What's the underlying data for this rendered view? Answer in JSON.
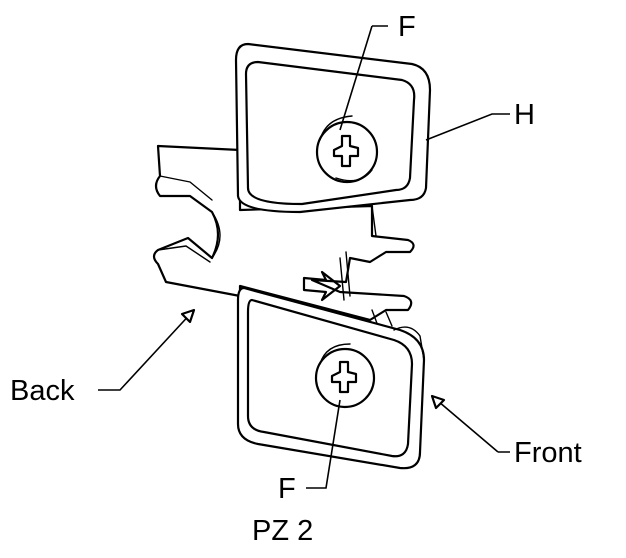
{
  "labels": {
    "fastener_top": "F",
    "hinge": "H",
    "back": "Back",
    "front": "Front",
    "fastener_bottom": "F",
    "tool": "PZ 2"
  },
  "colors": {
    "ink": "#000000",
    "paper": "#ffffff"
  }
}
